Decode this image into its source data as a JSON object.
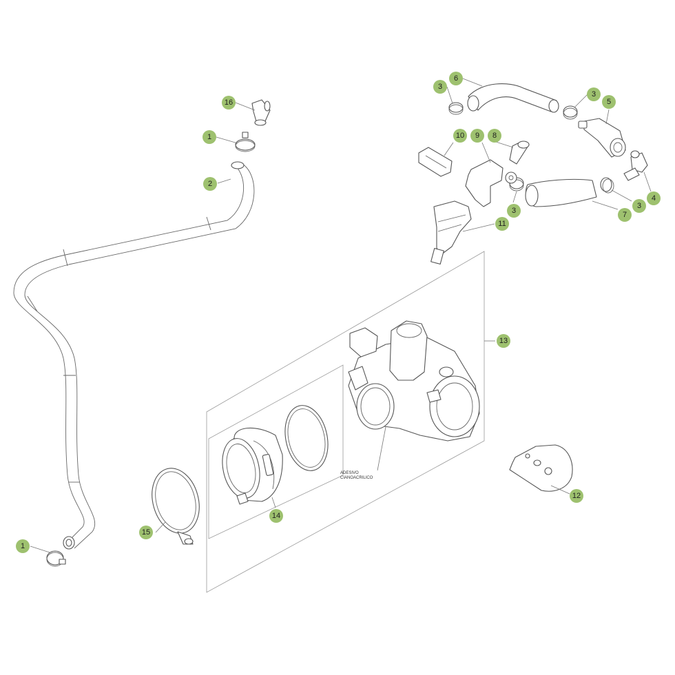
{
  "callouts": {
    "c1_upper": "1",
    "c1_lower": "1",
    "c2": "2",
    "c3_a": "3",
    "c3_b": "3",
    "c3_c": "3",
    "c3_d": "3",
    "c4": "4",
    "c5": "5",
    "c6": "6",
    "c7": "7",
    "c8": "8",
    "c9": "9",
    "c10": "10",
    "c11": "11",
    "c12": "12",
    "c13": "13",
    "c14": "14",
    "c15": "15",
    "c16": "16"
  },
  "note": {
    "line1": "ADESIVO",
    "line2": "CIANOACRILICO"
  },
  "colors": {
    "callout_fill": "#9ec16f",
    "line": "#555555"
  }
}
